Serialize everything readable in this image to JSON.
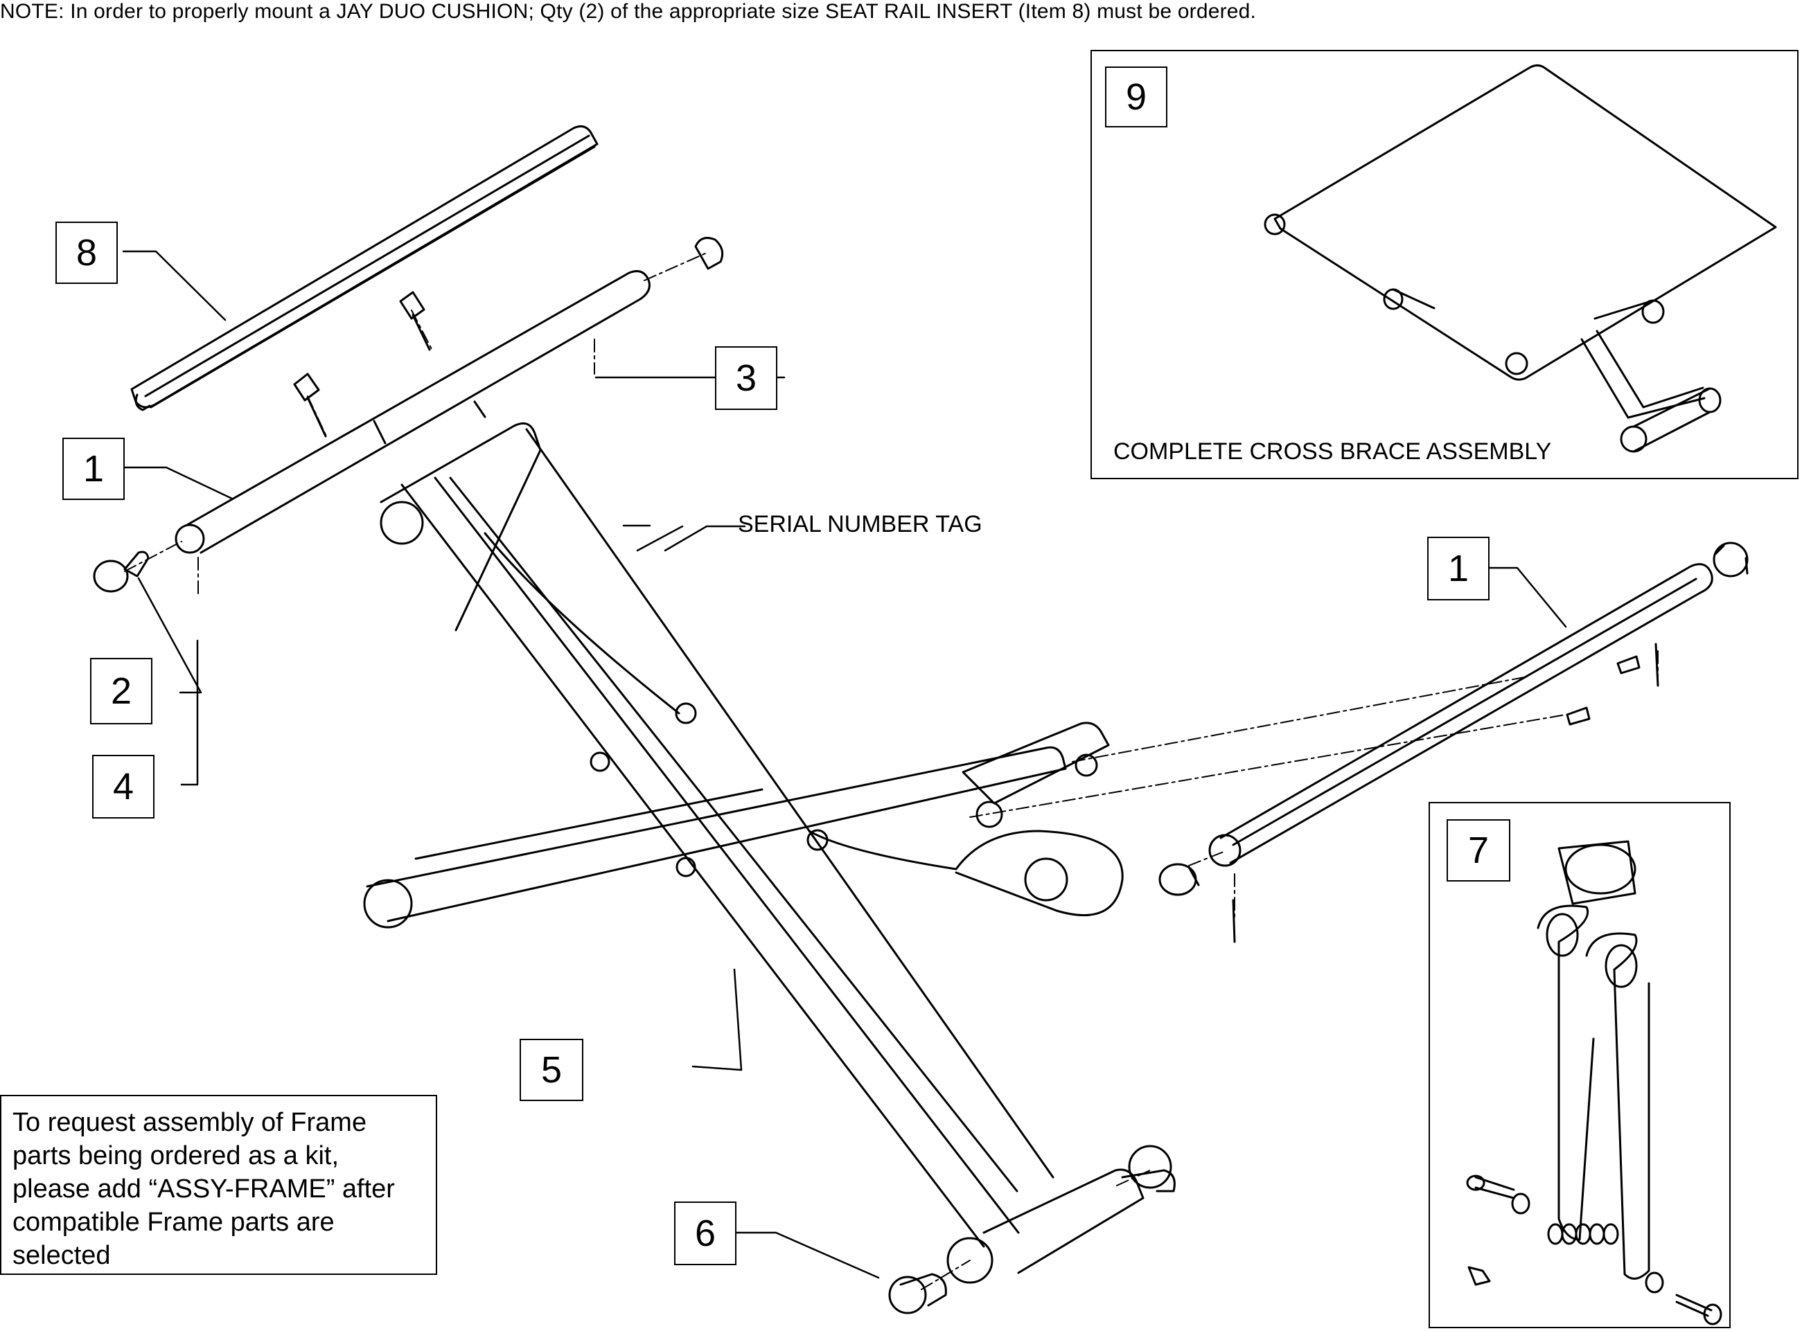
{
  "note": "NOTE: In order to properly mount a JAY DUO CUSHION; Qty (2) of the appropriate size SEAT RAIL INSERT (Item 8) must be ordered.",
  "callouts": {
    "item_1_left": "1",
    "item_1_right": "1",
    "item_2": "2",
    "item_3": "3",
    "item_4": "4",
    "item_5": "5",
    "item_6": "6",
    "item_7": "7",
    "item_8": "8",
    "item_9": "9"
  },
  "labels": {
    "serial_tag": "SERIAL NUMBER TAG",
    "cross_brace": "COMPLETE CROSS BRACE ASSEMBLY"
  },
  "info_box": {
    "text": "To request assembly of Frame\nparts being ordered as a kit,\nplease add “ASSY-FRAME” after\ncompatible Frame parts are\nselected"
  }
}
